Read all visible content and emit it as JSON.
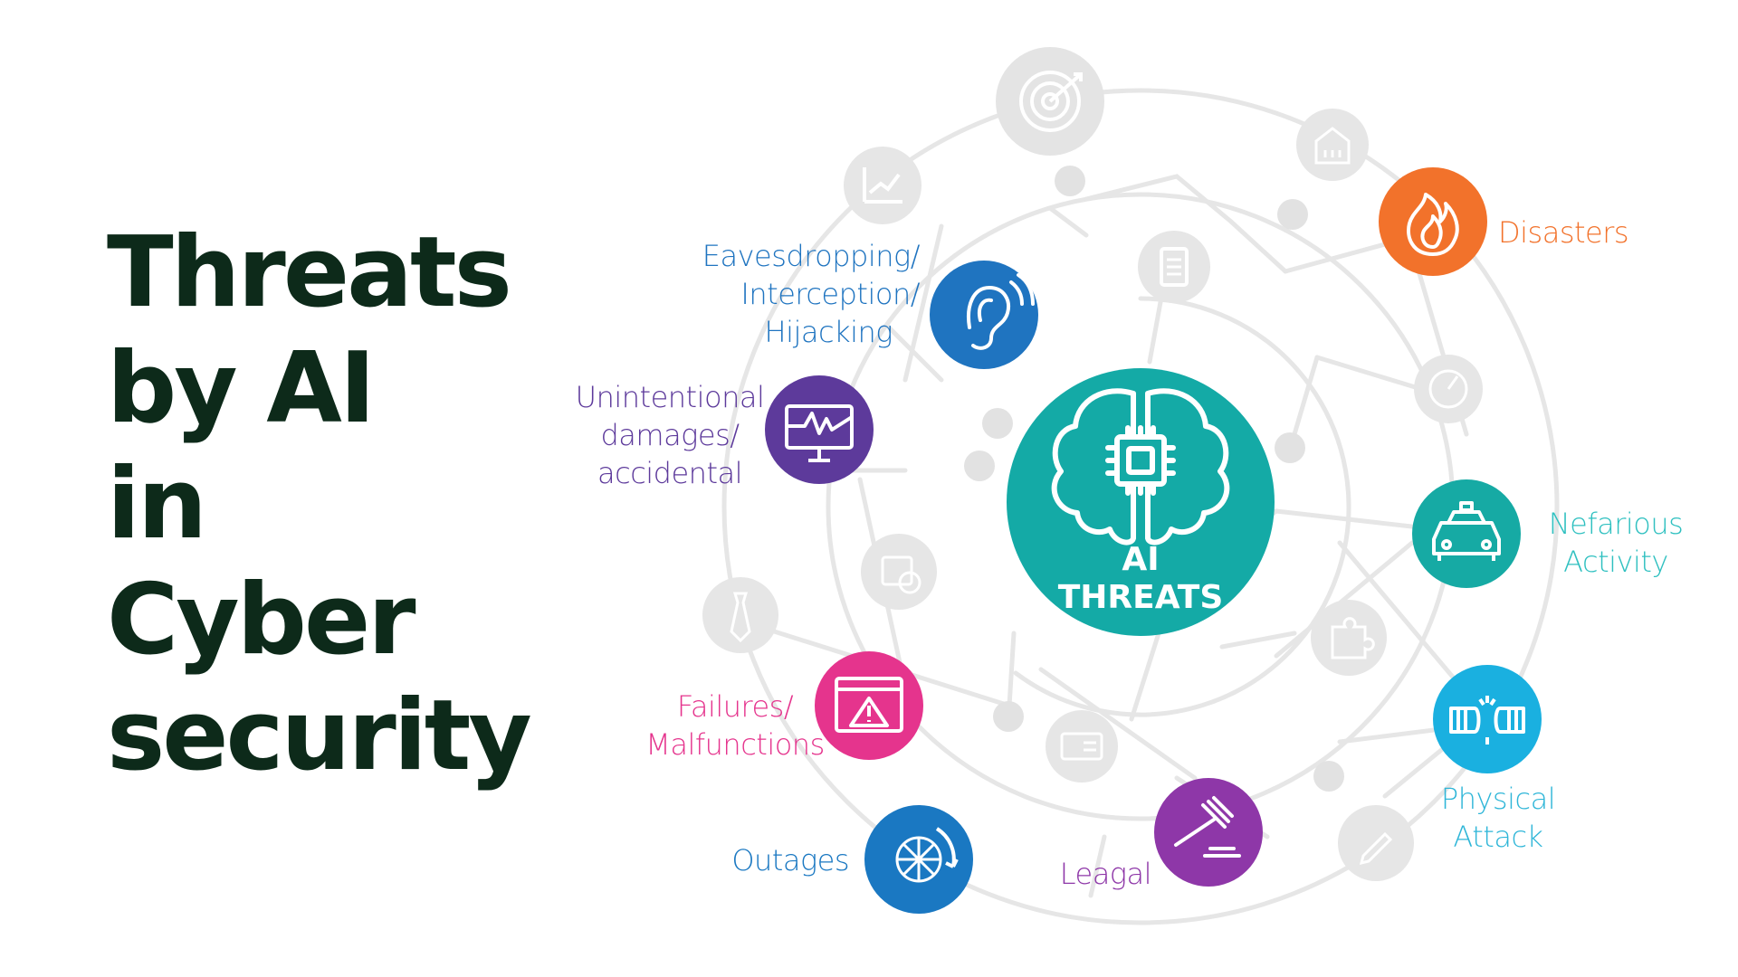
{
  "title": {
    "lines": [
      "Threats",
      "by AI",
      "in",
      "Cyber",
      "security"
    ]
  },
  "hub": {
    "line1": "AI",
    "line2": "THREATS",
    "color": "#14aaa6",
    "icon": "brain-chip-icon"
  },
  "threats": {
    "eavesdropping": {
      "lines": [
        "Eavesdropping/",
        "Interception/",
        "Hijacking"
      ],
      "color": "#1f74c0",
      "icon": "ear-icon"
    },
    "unintentional": {
      "lines": [
        "Unintentional",
        "damages/",
        "accidental"
      ],
      "color": "#5d3a9b",
      "icon": "broken-monitor-icon"
    },
    "failures": {
      "lines": [
        "Failures/",
        "Malfunctions"
      ],
      "color": "#e5348d",
      "icon": "warning-window-icon"
    },
    "outages": {
      "lines": [
        "Outages"
      ],
      "color": "#1a78c2",
      "icon": "network-globe-icon"
    },
    "legal": {
      "lines": [
        "Leagal"
      ],
      "color": "#8e37a8",
      "icon": "gavel-icon"
    },
    "disasters": {
      "lines": [
        "Disasters"
      ],
      "color": "#f2722b",
      "icon": "fire-icon"
    },
    "nefarious": {
      "lines": [
        "Nefarious",
        "Activity"
      ],
      "color": "#16aaa4",
      "icon": "police-car-icon"
    },
    "physical": {
      "lines": [
        "Physical",
        "Attack"
      ],
      "color": "#1ab0e0",
      "icon": "fists-icon"
    }
  },
  "decor": {
    "ring_color": "#e6e6e6",
    "node_color": "#e2e2e2",
    "icons": [
      "target-icon",
      "chart-icon",
      "clipboard-icon",
      "building-icon",
      "dial-icon",
      "calendar-icon",
      "tie-icon",
      "puzzle-icon",
      "id-card-icon",
      "pen-icon"
    ]
  }
}
